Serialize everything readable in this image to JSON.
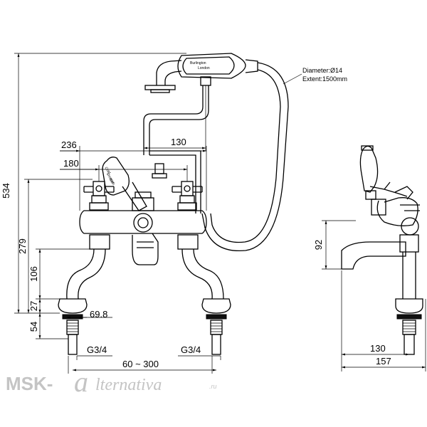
{
  "dimensions": {
    "overall_height": "534",
    "height_279": "279",
    "height_106": "106",
    "height_27": "27",
    "height_54": "54",
    "width_236": "236",
    "width_180": "180",
    "width_130_top": "130",
    "width_69_8": "69.8",
    "thread_left": "G3/4",
    "thread_right": "G3/4",
    "centres_range": "60 ~ 300",
    "side_height_92": "92",
    "side_width_130": "130",
    "side_width_157": "157"
  },
  "hose_spec": {
    "diameter": "Diameter:Ø14",
    "extent": "Extent:1500mm"
  },
  "handset_brand": {
    "name": "Burlington",
    "city": "London"
  },
  "lever_text": {
    "line1": "Cold",
    "line2": "Shower",
    "line3": "Bath"
  },
  "watermark": {
    "prefix": "MSK-",
    "letter": "a",
    "suffix": "lternativa",
    "tld": ".ru"
  },
  "colors": {
    "line": "#000000",
    "watermark": "#c4c4c4"
  }
}
